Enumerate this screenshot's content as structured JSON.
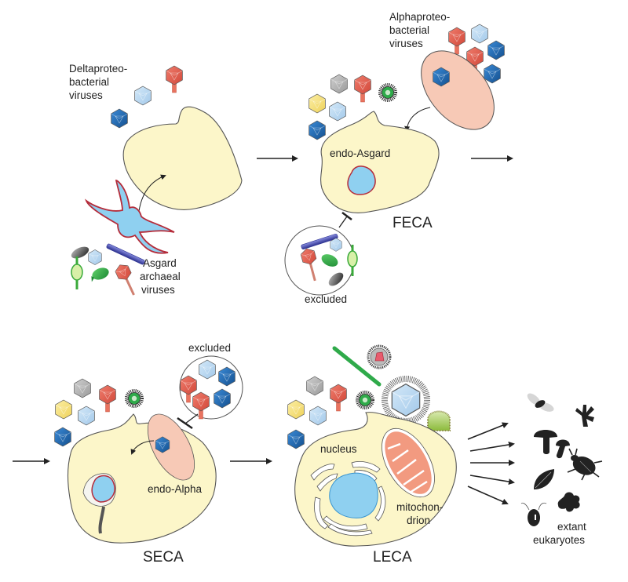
{
  "diagram": {
    "title": "Evolution of eukaryotic virome from FECA to LECA",
    "stages": [
      {
        "id": "stage1",
        "labels": {
          "delta": "Deltaproteo-\nbacterial\nviruses",
          "asgard": "Asgard\narchaeal\nviruses"
        }
      },
      {
        "id": "feca",
        "name": "FECA",
        "inner_label": "endo-Asgard",
        "excluded_label": "excluded",
        "alpha_label": "Alphaproteo-\nbacterial\nviruses"
      },
      {
        "id": "seca",
        "name": "SECA",
        "inner_label": "endo-Alpha",
        "excluded_label": "excluded"
      },
      {
        "id": "leca",
        "name": "LECA",
        "nucleus_label": "nucleus",
        "mito_label": "mitochon-\ndrion"
      },
      {
        "id": "extant",
        "name": "extant\neukaryotes"
      }
    ],
    "text": {
      "delta_1": "Deltaproteo-",
      "delta_2": "bacterial",
      "delta_3": "viruses",
      "asgard_1": "Asgard",
      "asgard_2": "archaeal",
      "asgard_3": "viruses",
      "alpha_1": "Alphaproteo-",
      "alpha_2": "bacterial",
      "alpha_3": "viruses",
      "endo_asgard": "endo-Asgard",
      "feca": "FECA",
      "excluded_1": "excluded",
      "excluded_2": "excluded",
      "endo_alpha": "endo-Alpha",
      "seca": "SECA",
      "nucleus": "nucleus",
      "mito_1": "mitochon-",
      "mito_2": "drion",
      "leca": "LECA",
      "extant_1": "extant",
      "extant_2": "eukaryotes"
    },
    "colors": {
      "cell_fill": "#fcf6c9",
      "nucleus_fill": "#8fd0f0",
      "nucleus_border": "#b52c3a",
      "alpha_fill": "#f7c9b6",
      "mito_fill": "#f29a80",
      "virus_red": "#e05a4a",
      "virus_lightblue": "#b9d9f2",
      "virus_darkblue": "#1f6cb8",
      "virus_gray": "#b0b0b0",
      "virus_yellow": "#f7e27a",
      "virus_green": "#2faa4a",
      "silhouette": "#222222"
    }
  }
}
